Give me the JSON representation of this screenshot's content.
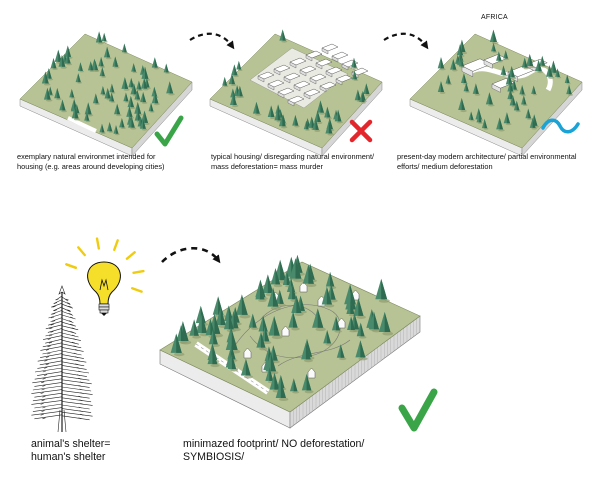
{
  "panels": [
    {
      "id": "natural",
      "caption": "exemplary natural environmet intended for housing (e.g. areas around developing cities)",
      "verdict": "check-icon"
    },
    {
      "id": "typical-housing",
      "caption": "typical housing/ disregarding natural environment/ mass deforestation= mass murder",
      "verdict": "cross-icon"
    },
    {
      "id": "modern",
      "region": "AFRICA",
      "caption": "present-day modern architecture/ partial environmental efforts/ medium deforestation",
      "verdict": "wave-icon"
    },
    {
      "id": "symbiosis",
      "caption": "minimazed footprint/ NO deforestation/ SYMBIOSIS/",
      "verdict": "check-icon"
    }
  ],
  "tree_caption": "animal's shelter= human's shelter",
  "colors": {
    "terrain": "#b7c394",
    "terrain_side": "#e8e8e8",
    "tree": "#4a8a6c",
    "tree_dark": "#2f6b50",
    "check": "#3aa548",
    "cross": "#e3262c",
    "wave": "#19a3d6",
    "bulb": "#f6df2a",
    "ray": "#f0cc10"
  }
}
